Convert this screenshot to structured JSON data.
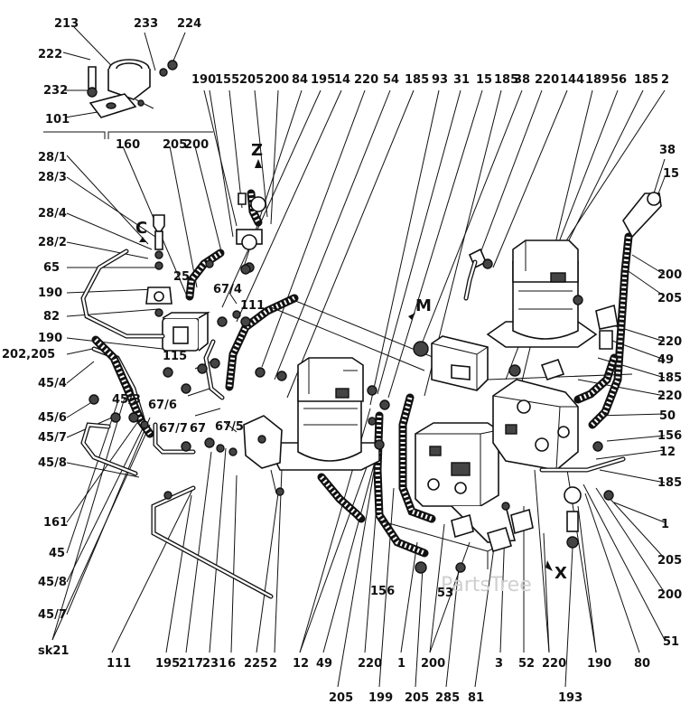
{
  "diagram": {
    "view_markers": {
      "z": "Z",
      "c": "C",
      "m": "M",
      "x": "X"
    },
    "watermark": "PartsTree",
    "labels": {
      "top": [
        "213",
        "233",
        "224",
        "222",
        "232",
        "101",
        "190",
        "155",
        "205",
        "200",
        "84",
        "195",
        "14",
        "220",
        "54",
        "185",
        "93",
        "31",
        "15",
        "185",
        "38",
        "220",
        "144",
        "189",
        "56",
        "185",
        "2"
      ],
      "inset": [
        "160",
        "205",
        "200"
      ],
      "left": [
        "28/1",
        "28/3",
        "28/4",
        "28/2",
        "65",
        "190",
        "82",
        "190",
        "202,205",
        "45/4",
        "45/3",
        "45/6",
        "45/7",
        "45/8",
        "161",
        "45",
        "45/8",
        "45/7",
        "sk21"
      ],
      "mid": [
        "25",
        "111",
        "67/4",
        "115",
        "67/6",
        "67/7",
        "67",
        "67/5",
        "156",
        "53"
      ],
      "right": [
        "38",
        "15",
        "200",
        "205",
        "220",
        "49",
        "185",
        "220",
        "50",
        "156",
        "12",
        "185",
        "1",
        "205",
        "200",
        "51"
      ],
      "bottom": [
        "111",
        "195",
        "217",
        "231",
        "6",
        "225",
        "2",
        "12",
        "49",
        "205",
        "220",
        "199",
        "1",
        "205",
        "200",
        "285",
        "81",
        "3",
        "52",
        "220",
        "190",
        "193",
        "80"
      ]
    }
  }
}
